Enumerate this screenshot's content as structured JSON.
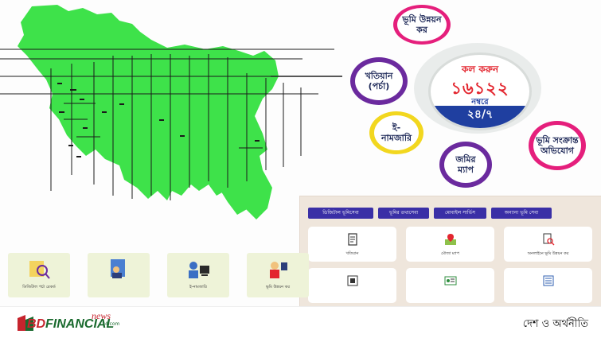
{
  "hub": {
    "call_label": "কল করুন",
    "number": "১৬১২২",
    "suffix": "নম্বরে",
    "hours": "২৪/৭"
  },
  "bubbles": {
    "land_tax": "ভূমি উন্নয়ন কর",
    "khatian": "খতিয়ান (পর্চা)",
    "namjari": "ই- নামজারি",
    "map": "জমির ম্যাপ",
    "complaint": "ভূমি সংক্রান্ত অভিযোগ"
  },
  "panel": {
    "tabs": [
      "ডিজিটাল ভূমিসেবা",
      "ভূমির তথ্যসেবা",
      "মোবাইল সার্ভিস",
      "অন্যান্য ভূমি সেবা"
    ],
    "cards": [
      {
        "label": "খতিয়ান",
        "icon": "document-icon"
      },
      {
        "label": "মৌজা ম্যাপ",
        "icon": "map-pin-icon"
      },
      {
        "label": "অনলাইনে ভূমি উন্নয়ন কর",
        "icon": "search-document-icon"
      },
      {
        "label": "",
        "icon": "building-icon"
      },
      {
        "label": "",
        "icon": "certificate-icon"
      },
      {
        "label": "",
        "icon": "report-icon"
      }
    ]
  },
  "tiles": [
    {
      "label": "ডিজিটাল পর্চা রেকর্ড",
      "icon": "search-record-icon"
    },
    {
      "label": "",
      "icon": "hearing-icon"
    },
    {
      "label": "ই-নামজারি",
      "icon": "computer-user-icon"
    },
    {
      "label": "ভূমি উন্নয়ন কর",
      "icon": "tax-payer-icon"
    }
  ],
  "footer": {
    "logo_bd": "BD",
    "logo_financial": "FINANCIAL",
    "logo_news": "news",
    "logo_24": "24.com",
    "section": "দেশ ও অর্থনীতি"
  },
  "colors": {
    "map_green": "#3ee24a",
    "hub_blue": "#1f3fa0",
    "hub_red": "#e3262f",
    "bubble_pink": "#e51f7c",
    "bubble_purple": "#6b2a9e",
    "bubble_yellow": "#f2d71f",
    "panel_bg": "#efe6dc",
    "tab_bg": "#3a2fa6"
  }
}
